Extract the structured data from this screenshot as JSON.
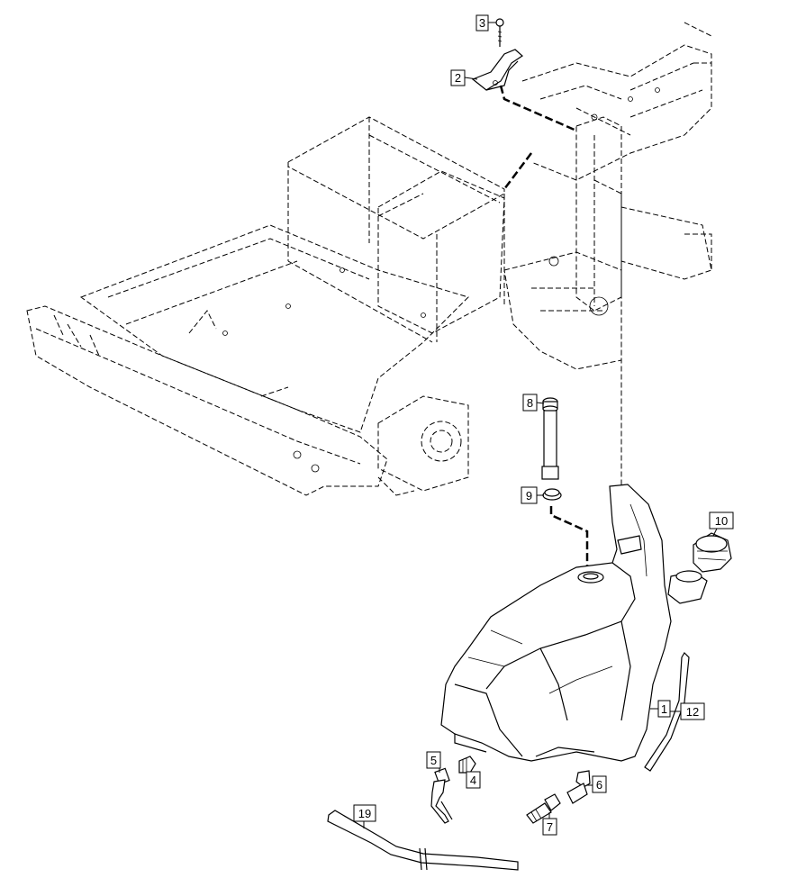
{
  "callouts": [
    {
      "id": "1",
      "label": "1"
    },
    {
      "id": "2",
      "label": "2"
    },
    {
      "id": "3",
      "label": "3"
    },
    {
      "id": "4",
      "label": "4"
    },
    {
      "id": "5",
      "label": "5"
    },
    {
      "id": "6",
      "label": "6"
    },
    {
      "id": "7",
      "label": "7"
    },
    {
      "id": "8",
      "label": "8"
    },
    {
      "id": "9",
      "label": "9"
    },
    {
      "id": "10",
      "label": "10"
    },
    {
      "id": "12",
      "label": "12"
    },
    {
      "id": "19",
      "label": "19"
    }
  ]
}
